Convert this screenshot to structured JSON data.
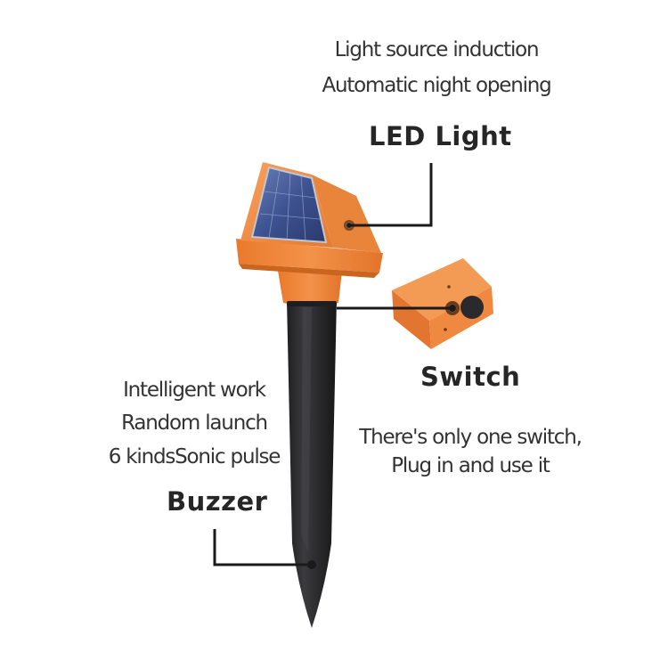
{
  "led": {
    "features": [
      "Light source induction",
      "Automatic night opening"
    ],
    "title": "LED Light"
  },
  "switch": {
    "title": "Switch",
    "features": [
      "There's only one switch,",
      "Plug in and use it"
    ]
  },
  "buzzer": {
    "features": [
      "Intelligent work",
      "Random launch",
      "6 kindsSonic pulse"
    ],
    "title": "Buzzer"
  },
  "colors": {
    "housing_orange": "#f08a3c",
    "housing_shadow": "#d9702a",
    "stake_black": "#2e2e30",
    "solar_panel": "#3c4f86",
    "callout_line": "#1a1a1a",
    "text": "#2b2b2b"
  }
}
